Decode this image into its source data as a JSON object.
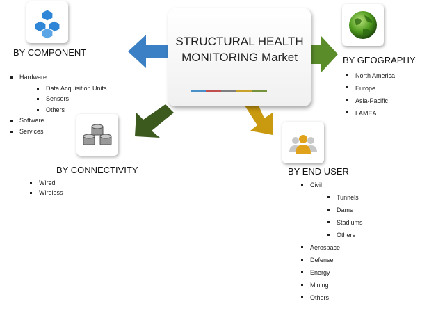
{
  "center": {
    "title_line1": "STRUCTURAL HEALTH",
    "title_line2": "MONITORING Market",
    "colorbar": [
      "#4a90c8",
      "#c0504d",
      "#7f7f7f",
      "#c9a227",
      "#76923c"
    ]
  },
  "colors": {
    "arrow_blue": "#3b7fc4",
    "arrow_green": "#5a8c2a",
    "arrow_dark_green": "#3d5a1e",
    "arrow_gold": "#c99a10"
  },
  "component": {
    "icon": "cubes-icon",
    "heading": "BY COMPONENT",
    "items": [
      {
        "label": "Hardware",
        "sub": [
          "Data Acquisition Units",
          "Sensors",
          "Others"
        ]
      },
      {
        "label": "Software"
      },
      {
        "label": "Services"
      }
    ]
  },
  "geography": {
    "icon": "globe-icon",
    "heading": "BY GEOGRAPHY",
    "items": [
      "North America",
      "Europe",
      "Asia-Pacific",
      "LAMEA"
    ]
  },
  "connectivity": {
    "icon": "database-cylinders-icon",
    "heading": "BY CONNECTIVITY",
    "items": [
      "Wired",
      "Wireless"
    ]
  },
  "end_user": {
    "icon": "users-icon",
    "heading": "BY END USER",
    "items": [
      {
        "label": "Civil",
        "sub": [
          "Tunnels",
          "Dams",
          "Stadiums",
          "Others"
        ]
      },
      {
        "label": "Aerospace"
      },
      {
        "label": "Defense"
      },
      {
        "label": "Energy"
      },
      {
        "label": "Mining"
      },
      {
        "label": "Others"
      }
    ]
  }
}
